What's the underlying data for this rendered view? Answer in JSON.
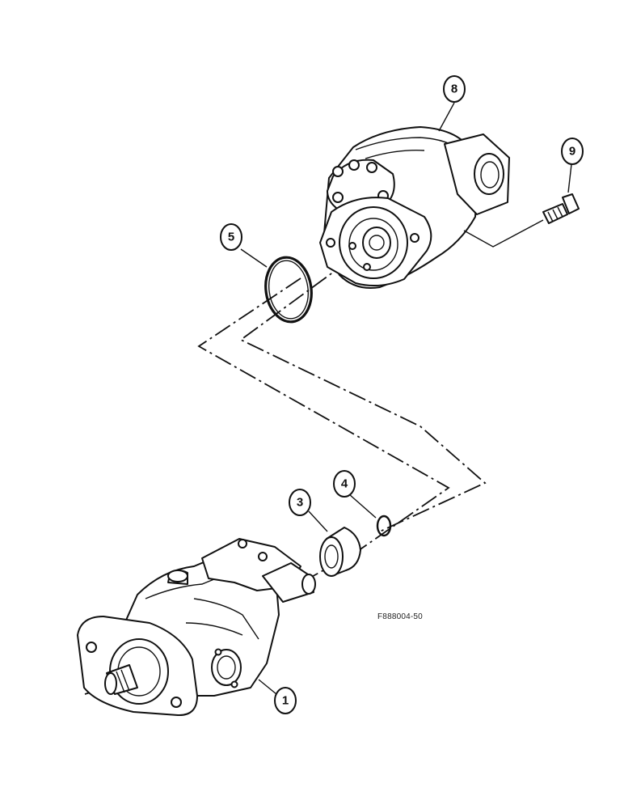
{
  "callouts": [
    {
      "id": "1",
      "label": "1"
    },
    {
      "id": "3",
      "label": "3"
    },
    {
      "id": "4",
      "label": "4"
    },
    {
      "id": "5",
      "label": "5"
    },
    {
      "id": "8",
      "label": "8"
    },
    {
      "id": "9",
      "label": "9"
    }
  ],
  "figure_code": "F888004-50"
}
